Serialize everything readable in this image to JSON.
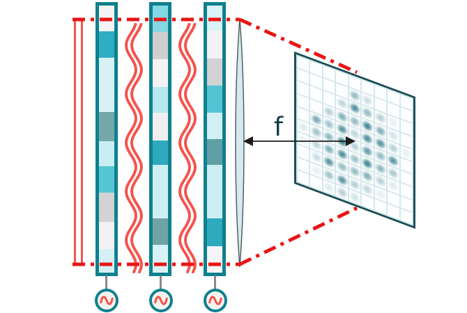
{
  "figure": {
    "type": "optical-fourier-filtering-diagram",
    "focal_length_label": "f",
    "colors": {
      "teal_border": "#0f808e",
      "red_dash": "#ea1414",
      "salmon": "#f4544e",
      "lens_fill": "#d6e9f0",
      "lens_stroke": "#4a565c",
      "plane_border": "#1d4e57",
      "grid_line": "#d7e8eb",
      "cell_fill": "#fcfeff",
      "dot_rgb": "10,100,115",
      "stem_gray": "#8a8a8a",
      "circle_fill": "#f6f3ef",
      "arrow_color": "#1c1c1c",
      "f_color": "#143b46"
    },
    "masks": [
      {
        "id": "mask-1",
        "segments": [
          {
            "color": "#f4f4f4",
            "weight": 37
          },
          {
            "color": "#2fadc2",
            "weight": 38
          },
          {
            "color": "#d8f1f4",
            "weight": 78
          },
          {
            "color": "#74a8ab",
            "weight": 42
          },
          {
            "color": "#c9edf1",
            "weight": 37
          },
          {
            "color": "#56c6d6",
            "weight": 38
          },
          {
            "color": "#d3d3d3",
            "weight": 42
          },
          {
            "color": "#f1f1f1",
            "weight": 39
          },
          {
            "color": "#d5f0f4",
            "weight": 34
          }
        ]
      },
      {
        "id": "mask-2",
        "segments": [
          {
            "color": "#84d8e3",
            "weight": 38
          },
          {
            "color": "#cfcfcf",
            "weight": 40
          },
          {
            "color": "#f3f3f3",
            "weight": 40
          },
          {
            "color": "#b7e8ee",
            "weight": 38
          },
          {
            "color": "#f0f0f0",
            "weight": 40
          },
          {
            "color": "#2fa9bd",
            "weight": 35
          },
          {
            "color": "#cdeef2",
            "weight": 78
          },
          {
            "color": "#6fa3a6",
            "weight": 39
          },
          {
            "color": "#d8f2f5",
            "weight": 40
          }
        ]
      },
      {
        "id": "mask-3",
        "segments": [
          {
            "color": "#d9f3f6",
            "weight": 37
          },
          {
            "color": "#f2f2f2",
            "weight": 40
          },
          {
            "color": "#d2d2d2",
            "weight": 40
          },
          {
            "color": "#52c4d4",
            "weight": 40
          },
          {
            "color": "#d2f0f4",
            "weight": 38
          },
          {
            "color": "#5fa0a6",
            "weight": 38
          },
          {
            "color": "#cceef2",
            "weight": 79
          },
          {
            "color": "#2fa9bd",
            "weight": 40
          },
          {
            "color": "#f5f5f5",
            "weight": 39
          }
        ]
      }
    ],
    "detector": {
      "cols": 9,
      "rows": 10,
      "dot_intensities": [
        [
          0,
          0,
          0,
          0,
          0,
          0,
          0,
          0,
          0
        ],
        [
          0,
          0,
          0,
          0,
          0.5,
          0.25,
          0,
          0,
          0
        ],
        [
          0,
          0,
          0,
          0.3,
          0.85,
          0.5,
          0.35,
          0.1,
          0
        ],
        [
          0,
          0,
          0.35,
          0.6,
          0.5,
          0.9,
          0.6,
          0.2,
          0
        ],
        [
          0,
          0.65,
          0.45,
          0.8,
          0.3,
          0.85,
          0.8,
          0.35,
          0.1
        ],
        [
          0.15,
          0.45,
          0.55,
          0.95,
          0.35,
          0.75,
          0.5,
          0.8,
          0
        ],
        [
          0.1,
          0.3,
          0.6,
          0.85,
          0.45,
          0.9,
          0.55,
          0.4,
          0
        ],
        [
          0,
          0.25,
          0.8,
          0.5,
          0.5,
          0.6,
          0.35,
          0.15,
          0
        ],
        [
          0,
          0.1,
          0.45,
          0.8,
          0.35,
          0.3,
          0.1,
          0,
          0
        ],
        [
          0,
          0,
          0.15,
          0.35,
          0.2,
          0,
          0,
          0,
          0
        ]
      ]
    },
    "sources": [
      {
        "id": "source-1",
        "icon": "sine-wave-icon"
      },
      {
        "id": "source-2",
        "icon": "sine-wave-icon"
      },
      {
        "id": "source-3",
        "icon": "sine-wave-icon"
      }
    ]
  }
}
